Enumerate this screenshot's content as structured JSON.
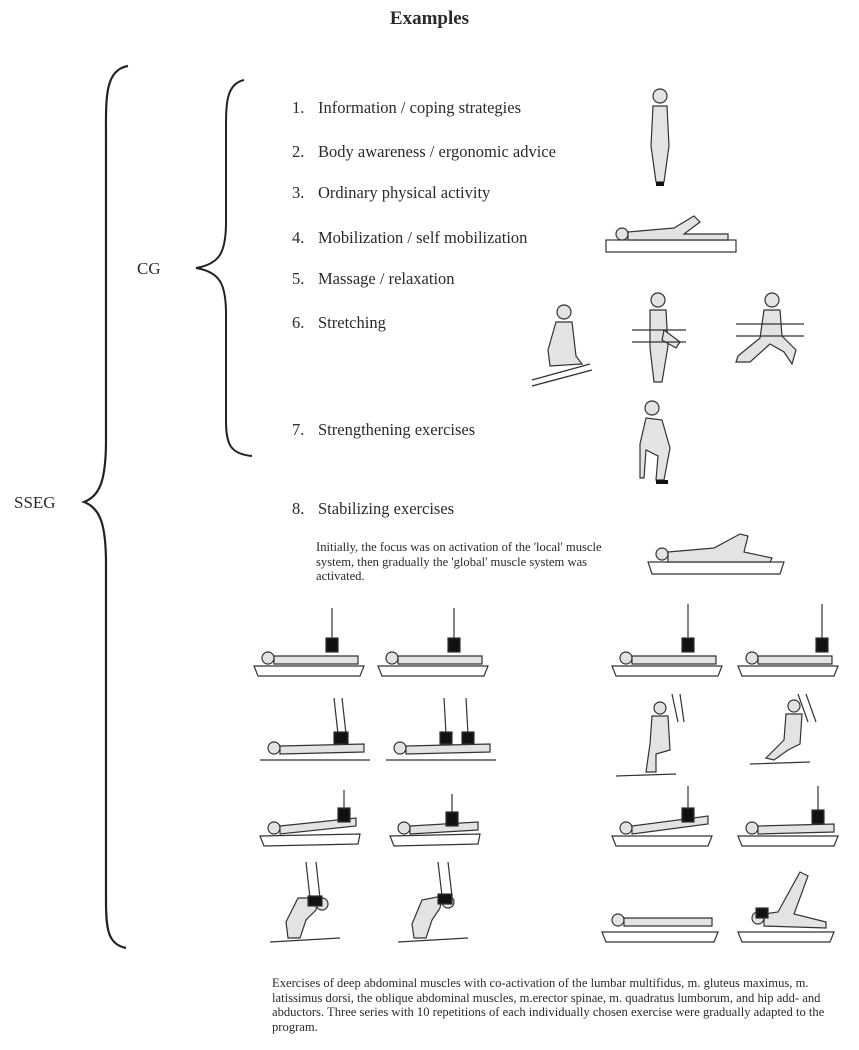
{
  "title": "Examples",
  "groups": {
    "outer": "SSEG",
    "inner": "CG"
  },
  "items": [
    {
      "num": "1.",
      "label": "Information / coping strategies"
    },
    {
      "num": "2.",
      "label": "Body awareness / ergonomic advice"
    },
    {
      "num": "3.",
      "label": "Ordinary physical activity"
    },
    {
      "num": "4.",
      "label": "Mobilization / self mobilization"
    },
    {
      "num": "5.",
      "label": "Massage / relaxation"
    },
    {
      "num": "6.",
      "label": "Stretching"
    },
    {
      "num": "7.",
      "label": "Strengthening exercises"
    },
    {
      "num": "8.",
      "label": "Stabilizing exercises"
    }
  ],
  "stabilizing_note": "Initially, the focus was on activation of the 'local' muscle system, then gradually the 'global' muscle system was activated.",
  "caption": "Exercises of deep abdominal muscles with co-activation of the lumbar multifidus, m. gluteus maximus, m. latissimus dorsi, the oblique abdominal muscles, m.erector spinae, m. quadratus lumborum, and hip add- and abductors. Three series with 10 repetitions of each individually chosen exercise were gradually adapted to the program.",
  "illustrations": [
    "standing-figure-icon",
    "lying-mobilization-icon",
    "kneeling-stretch-icon",
    "standing-stretch-icon",
    "lunge-stretch-icon",
    "squat-figure-icon",
    "lying-relaxation-icon",
    "sling-exercise-icon"
  ]
}
